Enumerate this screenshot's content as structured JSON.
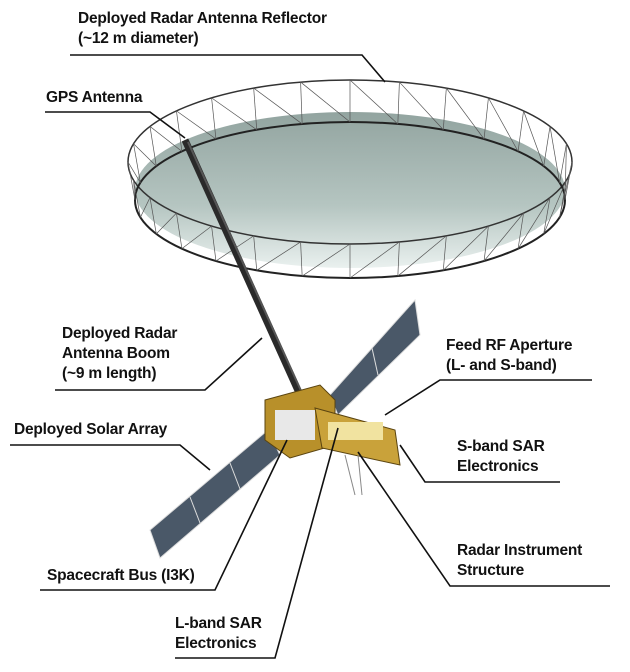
{
  "labels": {
    "reflector": {
      "line1": "Deployed Radar Antenna Reflector",
      "line2": "(~12 m diameter)"
    },
    "gps": {
      "line1": "GPS Antenna"
    },
    "boom": {
      "line1": "Deployed Radar",
      "line2": "Antenna Boom",
      "line3": "(~9 m length)"
    },
    "solar": {
      "line1": "Deployed Solar Array"
    },
    "bus": {
      "line1": "Spacecraft Bus (I3K)"
    },
    "lband": {
      "line1": "L-band SAR",
      "line2": "Electronics"
    },
    "feed": {
      "line1": "Feed RF Aperture",
      "line2": "(L- and S-band)"
    },
    "sband": {
      "line1": "S-band SAR",
      "line2": "Electronics"
    },
    "structure": {
      "line1": "Radar Instrument",
      "line2": "Structure"
    }
  },
  "colors": {
    "leader": "#111111",
    "reflector_fill": "#a9bcb6",
    "panel": "#4a5868",
    "gold": "#b8902a"
  }
}
